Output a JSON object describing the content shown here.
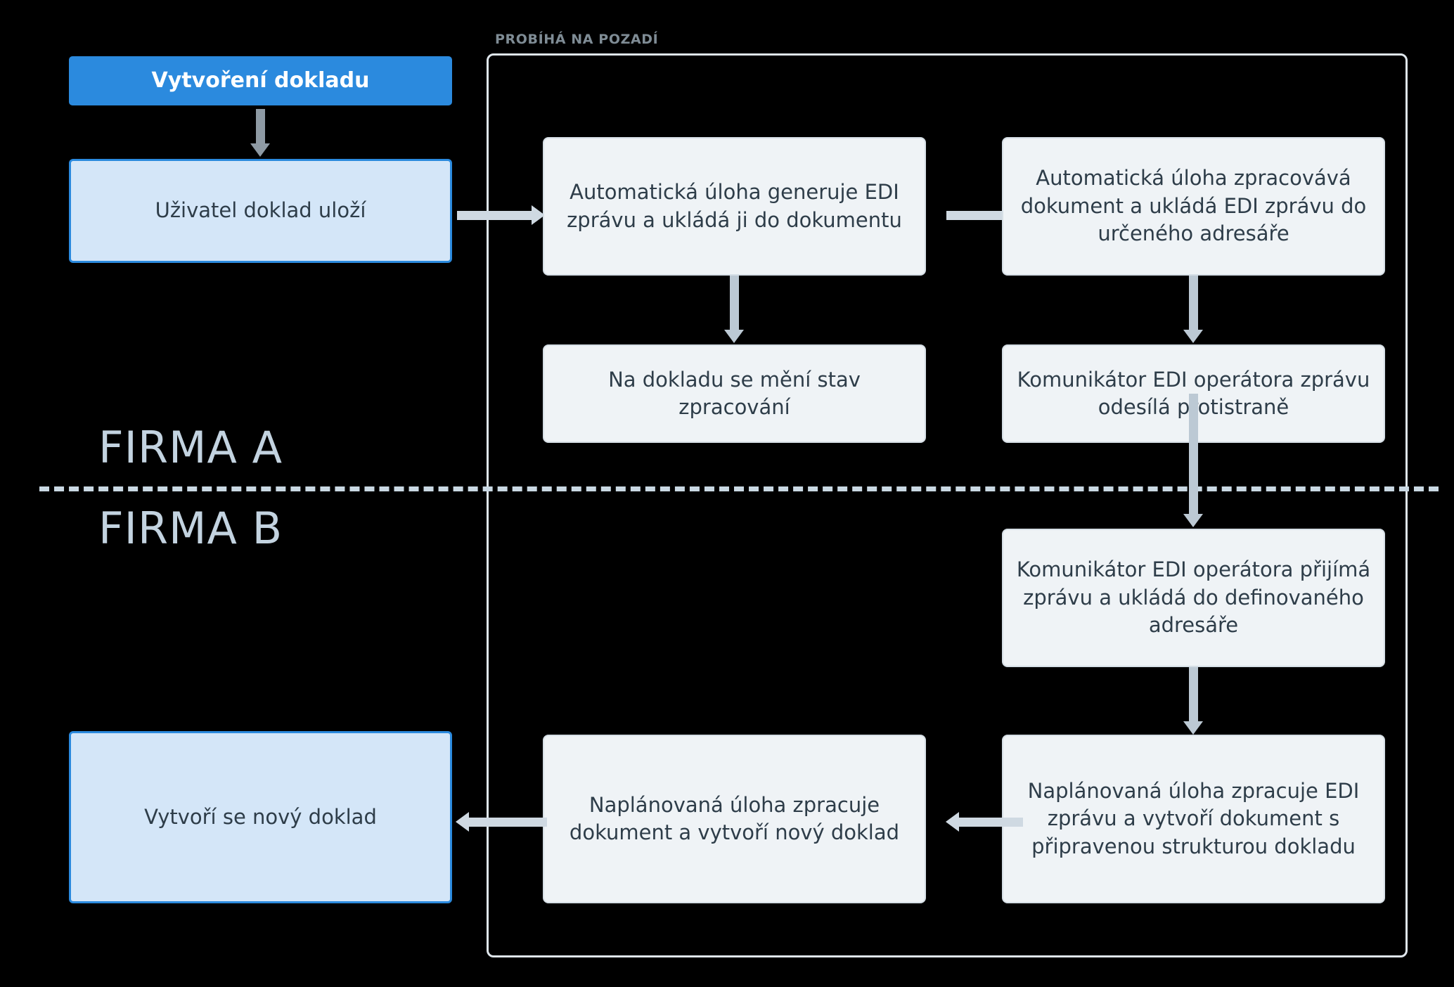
{
  "diagram": {
    "title_node": {
      "label": "Vytvoření dokladu"
    },
    "background_container": {
      "label": "PROBÍHÁ NA POZADÍ"
    },
    "lanes": [
      {
        "id": "lane-a",
        "label": "FIRMA A"
      },
      {
        "id": "lane-b",
        "label": "FIRMA B"
      }
    ],
    "nodes": [
      {
        "id": "user-saves",
        "label": "Uživatel doklad uloží"
      },
      {
        "id": "auto-generate-edi",
        "label": "Automatická úloha generuje EDI zprávu a ukládá ji do dokumentu"
      },
      {
        "id": "auto-process-doc",
        "label": "Automatická úloha zpracovává dokument a ukládá EDI zprávu do určeného adresáře"
      },
      {
        "id": "state-changes",
        "label": "Na dokladu se mění stav zpracování"
      },
      {
        "id": "communicator-send",
        "label": "Komunikátor EDI operátora zprávu odesílá protistraně"
      },
      {
        "id": "communicator-receive",
        "label": "Komunikátor EDI operátora přijímá zprávu a ukládá do definovaného adresáře"
      },
      {
        "id": "scheduled-create-doc",
        "label": "Naplánovaná úloha zpracuje EDI zprávu a vytvoří dokument s připravenou strukturou dokladu"
      },
      {
        "id": "scheduled-new-record",
        "label": "Naplánovaná úloha zpracuje dokument a vytvoří nový doklad"
      },
      {
        "id": "new-record-created",
        "label": "Vytvoří se nový doklad"
      }
    ],
    "colors": {
      "background": "#000000",
      "accent_blue": "#2b8ade",
      "node_blue_fill": "#d4e6f8",
      "node_gray_fill": "#eff3f6",
      "node_gray_border": "#d6dfe6",
      "arrow_light": "#cfd9e2",
      "arrow_dark": "#8e9aa4",
      "lane_label": "#c3d3e0",
      "container_border": "#dfe6ec",
      "container_label": "#7f8c95",
      "text_dark": "#2e3d49"
    }
  }
}
